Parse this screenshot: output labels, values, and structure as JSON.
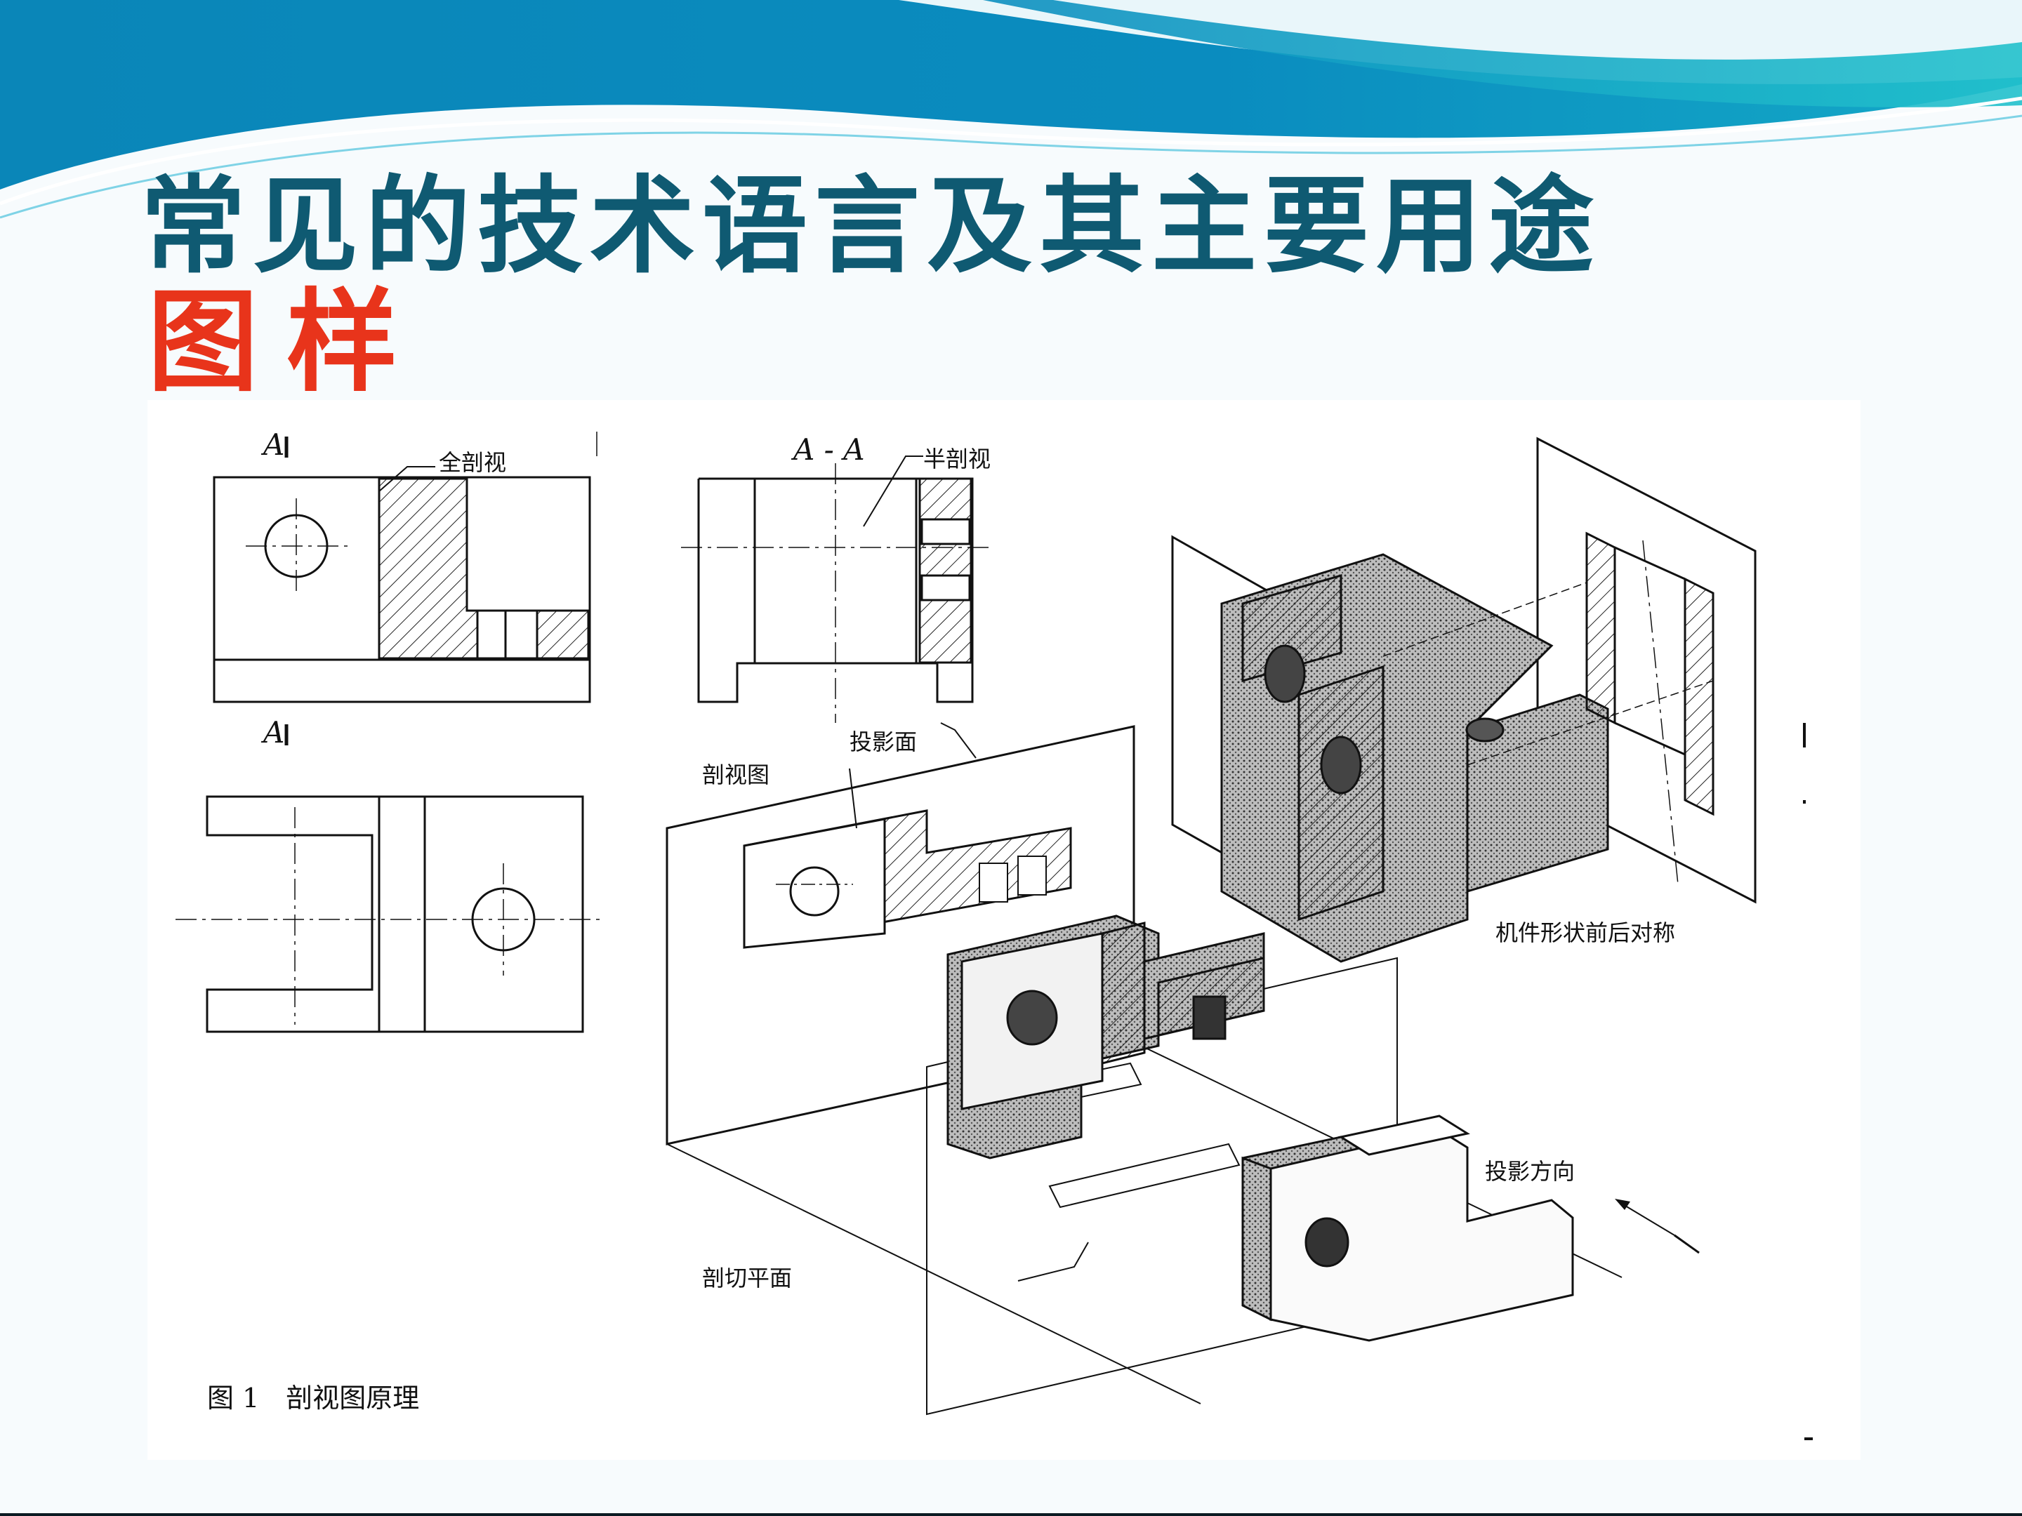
{
  "slide": {
    "title": "常见的技术语言及其主要用途",
    "subtitle": "图样",
    "colors": {
      "title": "#0f5a72",
      "subtitle": "#e8341b",
      "header_blue": "#0a8cbf",
      "header_teal": "#1bb6c9"
    }
  },
  "figure": {
    "caption": "图 1　剖视图原理",
    "labels": {
      "section_mark_top": "A",
      "section_mark_bottom": "A",
      "full_section": "全剖视",
      "section_title": "A - A",
      "half_section": "半剖视",
      "projection_plane": "投影面",
      "section_view": "剖视图",
      "cutting_plane": "剖切平面",
      "projection_direction": "投影方向",
      "symmetric_note": "机件形状前后对称"
    }
  }
}
